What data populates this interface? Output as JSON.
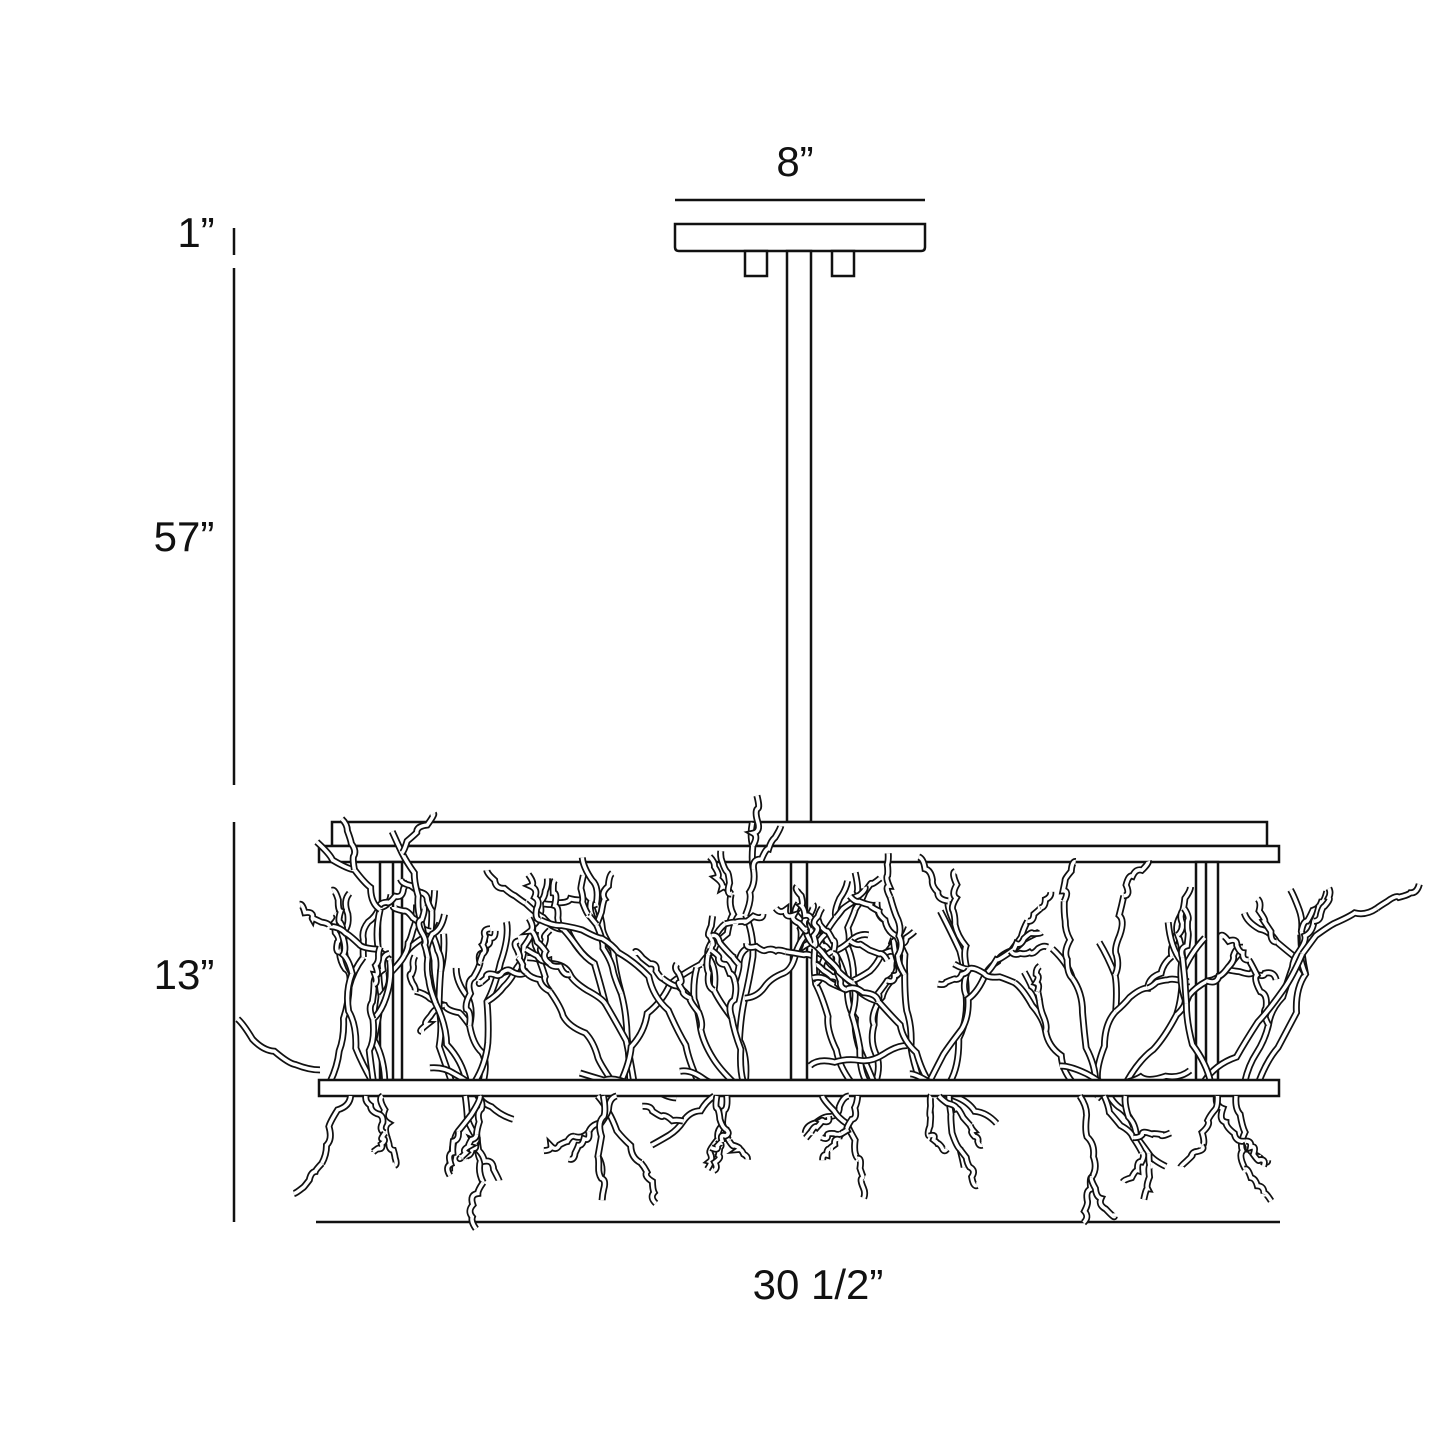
{
  "title": "Chandelier dimension drawing",
  "dimensions": {
    "canopy_width": "8”",
    "canopy_height": "1”",
    "stem_length": "57”",
    "fixture_height": "13”",
    "fixture_width": "30 1/2”"
  },
  "colors": {
    "line": "#111111",
    "background": "#ffffff"
  }
}
